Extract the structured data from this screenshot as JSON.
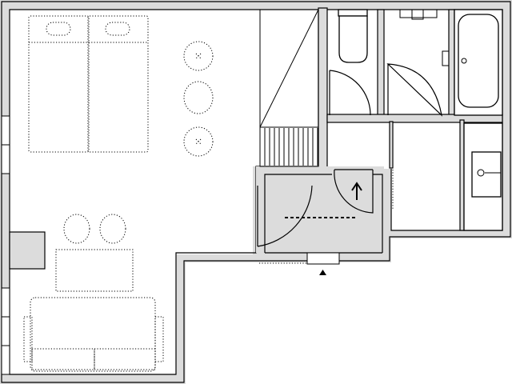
{
  "plan": {
    "rooms": [
      {
        "name": "living-bedroom"
      },
      {
        "name": "entrance"
      },
      {
        "name": "washroom"
      },
      {
        "name": "toilet-room"
      },
      {
        "name": "bathroom"
      }
    ],
    "furniture_icons": [
      "twin-bed-icon",
      "pillow-icon",
      "round-stool-icon",
      "dining-table-icon",
      "chair-icon",
      "sofa-icon",
      "cushion-icon"
    ],
    "fixtures_icons": [
      "toilet-icon",
      "bathtub-icon",
      "washbasin-icon",
      "faucet-icon"
    ],
    "symbols": [
      "door-swing-icon",
      "entry-arrow-icon",
      "north-entrance-triangle-icon",
      "stairs-icon"
    ],
    "colors": {
      "wall_fill": "#dcdcdc",
      "line": "#000000",
      "background": "#ffffff"
    }
  }
}
